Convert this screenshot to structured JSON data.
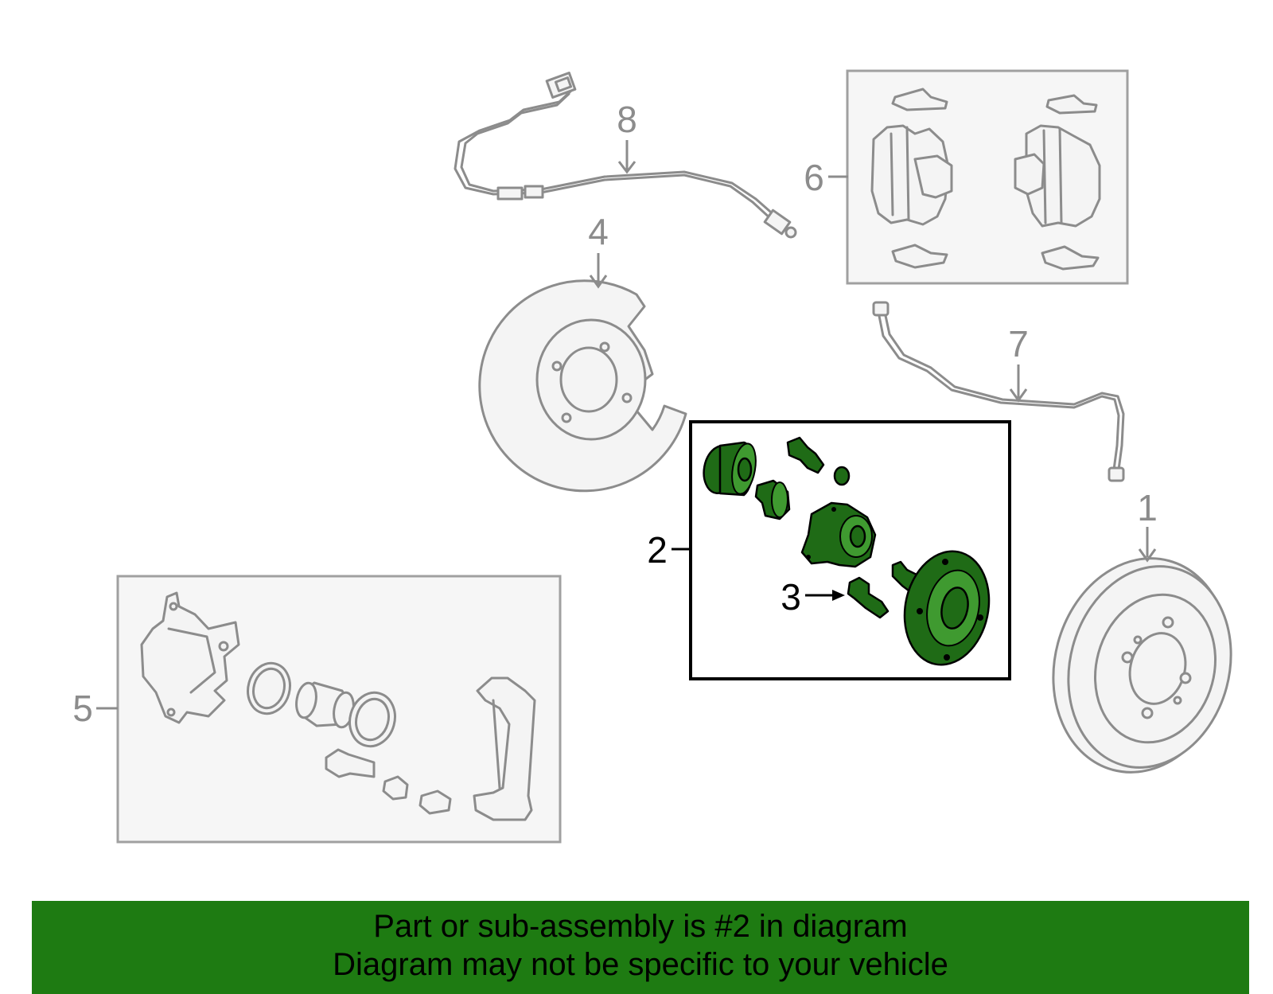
{
  "callouts": {
    "c1": "1",
    "c2": "2",
    "c3": "3",
    "c4": "4",
    "c5": "5",
    "c6": "6",
    "c7": "7",
    "c8": "8"
  },
  "highlighted_part": "2",
  "colors": {
    "highlight": "#1f6b16",
    "banner": "#1e7b12",
    "outline": "#8c8c8c"
  },
  "banner": {
    "line1": "Part or sub-assembly is #2 in diagram",
    "line2": "Diagram may not be specific to your vehicle"
  }
}
